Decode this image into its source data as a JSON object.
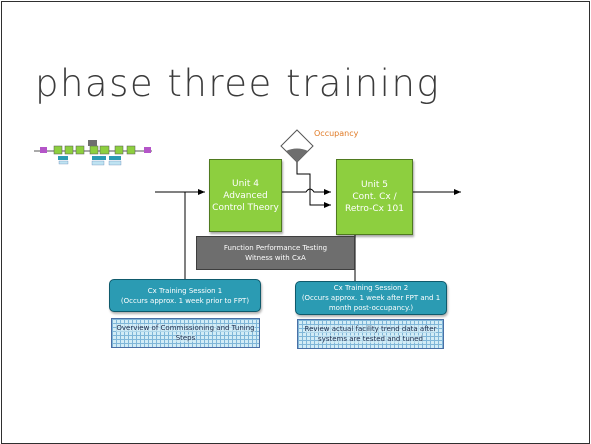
{
  "slide": {
    "title": "phase three training"
  },
  "diagram": {
    "occupancy_label": "Occupancy",
    "unit4": {
      "line1": "Unit 4",
      "line2": "Advanced",
      "line3": "Control Theory"
    },
    "unit5": {
      "line1": "Unit 5",
      "line2": "Cont. Cx /",
      "line3": "Retro-Cx 101"
    },
    "fpt": {
      "line1": "Function Performance Testing",
      "line2": "Witness with CxA"
    },
    "session1": {
      "line1": "Cx Training Session 1",
      "line2": "(Occurs approx. 1 week prior to FPT)"
    },
    "session2": {
      "line1": "Cx Training Session 2",
      "line2": "(Occurs approx. 1 week after FPT and 1",
      "line3": "month post-occupancy.)"
    },
    "note1": {
      "line1": "Overview of Commissioning and Tuning",
      "line2": "Steps"
    },
    "note2": {
      "line1": "Review actual facility trend data after",
      "line2": "systems are tested and tuned"
    }
  },
  "colors": {
    "unit_green": "#8dcf3f",
    "fpt_gray": "#6e6e6e",
    "session_teal": "#2b9bb3",
    "occupancy_orange": "#e07a25"
  }
}
